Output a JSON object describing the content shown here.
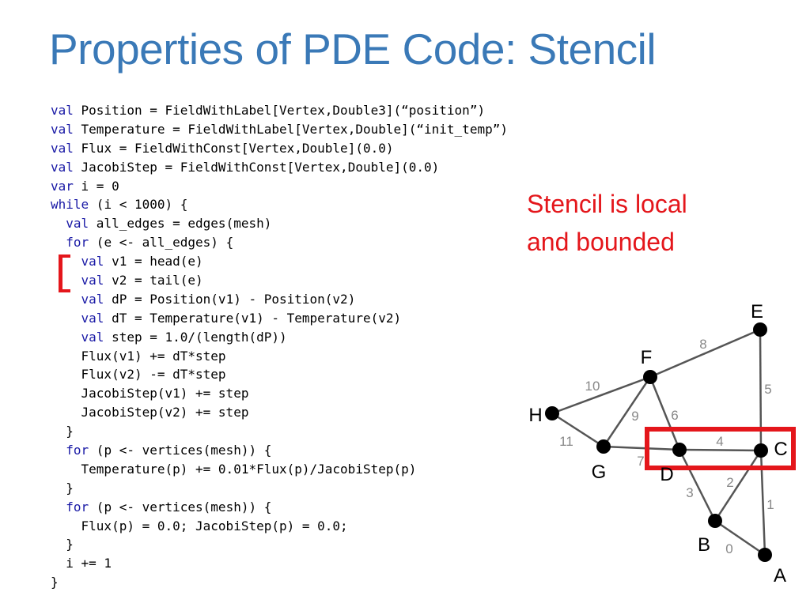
{
  "slide": {
    "title": "Properties of PDE Code: Stencil"
  },
  "code": {
    "lines": [
      [
        {
          "t": "val",
          "kw": true
        },
        {
          "t": " Position = FieldWithLabel[Vertex,Double3](“position”)"
        }
      ],
      [
        {
          "t": "val",
          "kw": true
        },
        {
          "t": " Temperature = FieldWithLabel[Vertex,Double](“init_temp”)"
        }
      ],
      [
        {
          "t": "val",
          "kw": true
        },
        {
          "t": " Flux = FieldWithConst[Vertex,Double](0.0)"
        }
      ],
      [
        {
          "t": "val",
          "kw": true
        },
        {
          "t": " JacobiStep = FieldWithConst[Vertex,Double](0.0)"
        }
      ],
      [
        {
          "t": "var",
          "kw": true
        },
        {
          "t": " i = 0"
        }
      ],
      [
        {
          "t": "while",
          "kw": true
        },
        {
          "t": " (i < 1000) {"
        }
      ],
      [
        {
          "t": "  "
        },
        {
          "t": "val",
          "kw": true
        },
        {
          "t": " all_edges = edges(mesh)"
        }
      ],
      [
        {
          "t": "  "
        },
        {
          "t": "for",
          "kw": true
        },
        {
          "t": " (e <- all_edges) {"
        }
      ],
      [
        {
          "t": "    "
        },
        {
          "t": "val",
          "kw": true
        },
        {
          "t": " v1 = head(e)"
        }
      ],
      [
        {
          "t": "    "
        },
        {
          "t": "val",
          "kw": true
        },
        {
          "t": " v2 = tail(e)"
        }
      ],
      [
        {
          "t": "    "
        },
        {
          "t": "val",
          "kw": true
        },
        {
          "t": " dP = Position(v1) - Position(v2)"
        }
      ],
      [
        {
          "t": "    "
        },
        {
          "t": "val",
          "kw": true
        },
        {
          "t": " dT = Temperature(v1) - Temperature(v2)"
        }
      ],
      [
        {
          "t": "    "
        },
        {
          "t": "val",
          "kw": true
        },
        {
          "t": " step = 1.0/(length(dP))"
        }
      ],
      [
        {
          "t": "    Flux(v1) += dT*step"
        }
      ],
      [
        {
          "t": "    Flux(v2) -= dT*step"
        }
      ],
      [
        {
          "t": "    JacobiStep(v1) += step"
        }
      ],
      [
        {
          "t": "    JacobiStep(v2) += step"
        }
      ],
      [
        {
          "t": "  }"
        }
      ],
      [
        {
          "t": "  "
        },
        {
          "t": "for",
          "kw": true
        },
        {
          "t": " (p <- vertices(mesh)) {"
        }
      ],
      [
        {
          "t": "    Temperature(p) += 0.01*Flux(p)/JacobiStep(p)"
        }
      ],
      [
        {
          "t": "  }"
        }
      ],
      [
        {
          "t": "  "
        },
        {
          "t": "for",
          "kw": true
        },
        {
          "t": " (p <- vertices(mesh)) {"
        }
      ],
      [
        {
          "t": "    Flux(p) = 0.0; JacobiStep(p) = 0.0;"
        }
      ],
      [
        {
          "t": "  }"
        }
      ],
      [
        {
          "t": "  i += 1"
        }
      ],
      [
        {
          "t": "}"
        }
      ]
    ]
  },
  "note": {
    "line1": "Stencil is local",
    "line2": "and bounded"
  },
  "graph": {
    "vertices": [
      {
        "id": "A",
        "label": "A"
      },
      {
        "id": "B",
        "label": "B"
      },
      {
        "id": "C",
        "label": "C"
      },
      {
        "id": "D",
        "label": "D"
      },
      {
        "id": "E",
        "label": "E"
      },
      {
        "id": "F",
        "label": "F"
      },
      {
        "id": "G",
        "label": "G"
      },
      {
        "id": "H",
        "label": "H"
      }
    ],
    "edges": [
      {
        "label": "0",
        "from": "B",
        "to": "A"
      },
      {
        "label": "1",
        "from": "C",
        "to": "A"
      },
      {
        "label": "2",
        "from": "C",
        "to": "B"
      },
      {
        "label": "3",
        "from": "D",
        "to": "B"
      },
      {
        "label": "4",
        "from": "D",
        "to": "C"
      },
      {
        "label": "5",
        "from": "E",
        "to": "C"
      },
      {
        "label": "6",
        "from": "F",
        "to": "D"
      },
      {
        "label": "7",
        "from": "G",
        "to": "D"
      },
      {
        "label": "8",
        "from": "F",
        "to": "E"
      },
      {
        "label": "9",
        "from": "G",
        "to": "F"
      },
      {
        "label": "10",
        "from": "H",
        "to": "F"
      },
      {
        "label": "11",
        "from": "H",
        "to": "G"
      }
    ]
  },
  "colors": {
    "title": "#3a79b7",
    "keyword": "#1a1aa6",
    "highlight": "#e4161b",
    "edge": "#555555",
    "edge_label": "#888888",
    "vertex": "#000000"
  }
}
